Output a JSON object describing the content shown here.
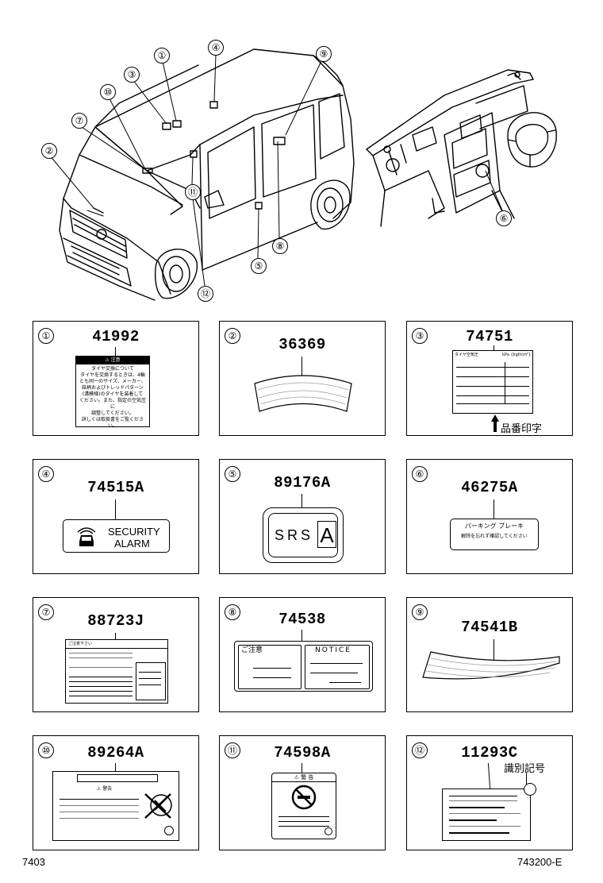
{
  "callouts": [
    "①",
    "②",
    "③",
    "④",
    "⑤",
    "⑥",
    "⑦",
    "⑧",
    "⑨",
    "⑩",
    "⑪",
    "⑫"
  ],
  "panels": [
    {
      "num": "①",
      "part": "41992"
    },
    {
      "num": "②",
      "part": "36369"
    },
    {
      "num": "③",
      "part": "74751"
    },
    {
      "num": "④",
      "part": "74515A"
    },
    {
      "num": "⑤",
      "part": "89176A"
    },
    {
      "num": "⑥",
      "part": "46275A"
    },
    {
      "num": "⑦",
      "part": "88723J"
    },
    {
      "num": "⑧",
      "part": "74538"
    },
    {
      "num": "⑨",
      "part": "74541B"
    },
    {
      "num": "⑩",
      "part": "89264A"
    },
    {
      "num": "⑪",
      "part": "74598A"
    },
    {
      "num": "⑫",
      "part": "11293C"
    }
  ],
  "labels": {
    "warn1_header": "⚠ 注意",
    "warn1_lines": [
      "タイヤ交換について",
      "タイヤを交換するときは、4輪",
      "とも同一のサイズ、メーカー、",
      "銘柄およびトレッドパターン",
      "(溝模様)のタイヤを装着して",
      "ください。また、指定の空気圧に",
      "調整してください。",
      "詳しくは取扱書をご覧ください。"
    ],
    "tire_header_left": "タイヤ空気圧",
    "tire_header_right": "kPa {kgf/cm²}",
    "part_print_note": "品番印字",
    "security_line1": "SECURITY",
    "security_line2": "ALARM",
    "srs_text": "SRS",
    "srs_letter": "A",
    "parking_line1": "パーキング ブレーキ",
    "parking_line2": "解除を忘れず確認してください",
    "notice_jp": "ご注意",
    "notice_en": "NOTICE",
    "label7_header": "ご注意下さい",
    "label10_header": "⚠ 警告",
    "label11_header": "⚠ 警 告",
    "id_mark_note": "識別記号"
  },
  "footer": {
    "left": "7403",
    "right": "743200-E"
  }
}
